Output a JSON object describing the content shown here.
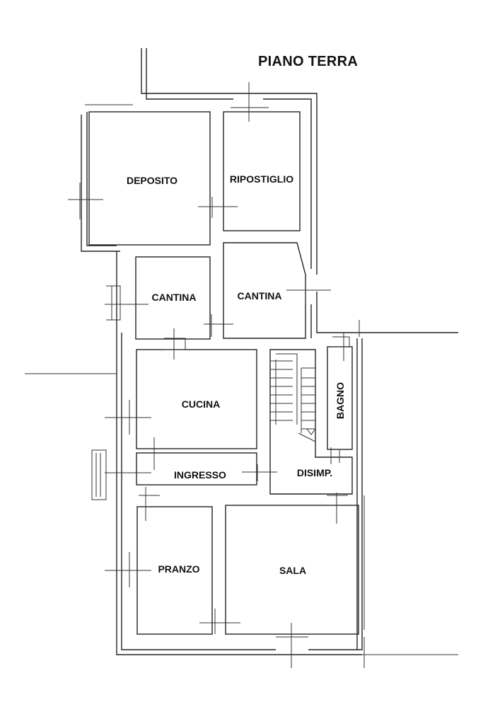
{
  "title": "PIANO TERRA",
  "rooms": {
    "deposito": "DEPOSITO",
    "ripostiglio": "RIPOSTIGLIO",
    "cantina_1": "CANTINA",
    "cantina_2": "CANTINA",
    "cucina": "CUCINA",
    "bagno": "BAGNO",
    "ingresso": "INGRESSO",
    "disimpegno": "DISIMP.",
    "pranzo": "PRANZO",
    "sala": "SALA"
  }
}
